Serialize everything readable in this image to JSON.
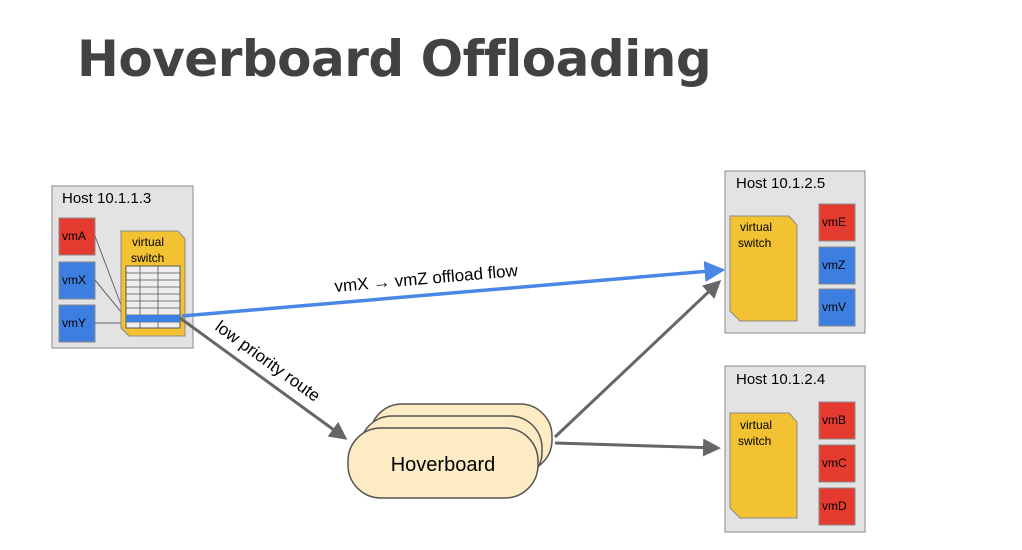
{
  "title": "Hoverboard Offloading",
  "hosts": {
    "source": {
      "label": "Host 10.1.1.3",
      "switch_label": [
        "virtual",
        "switch"
      ],
      "vms": [
        "vmA",
        "vmX",
        "vmY"
      ]
    },
    "dest_a": {
      "label": "Host 10.1.2.5",
      "switch_label": [
        "virtual",
        "switch"
      ],
      "vms": [
        "vmE",
        "vmZ",
        "vmV"
      ]
    },
    "dest_b": {
      "label": "Host 10.1.2.4",
      "switch_label": [
        "virtual",
        "switch"
      ],
      "vms": [
        "vmB",
        "vmC",
        "vmD"
      ]
    }
  },
  "hoverboard": {
    "label": "Hoverboard"
  },
  "flows": {
    "offload": "vmX → vmZ offload flow",
    "low_priority": "low priority route"
  },
  "colors": {
    "vm_red": "#e53a2f",
    "vm_blue": "#3d7fe0",
    "switch_yellow": "#f3c232",
    "host_bg": "#e3e3e3",
    "offload_blue": "#4a86e8",
    "arrow_gray": "#666666",
    "hoverboard_fill": "#fdebc4"
  }
}
